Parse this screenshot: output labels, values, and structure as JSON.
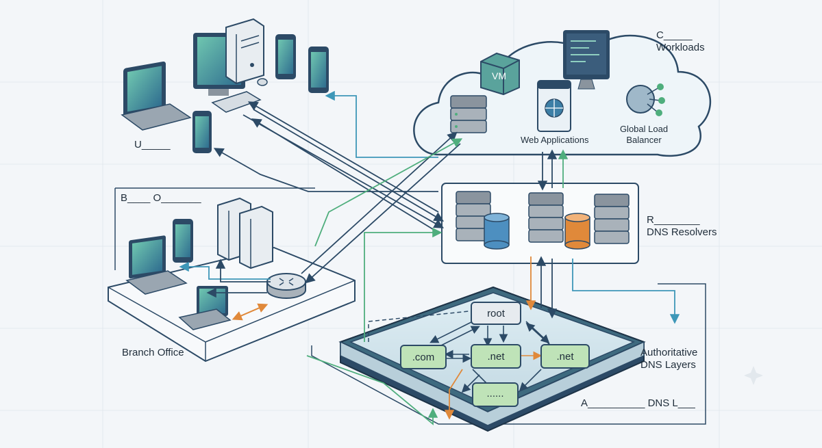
{
  "labels": {
    "users": "U_____",
    "branch_office_header": "B____ O_______",
    "branch_office": "Branch Office",
    "cloud_workloads_line1": "C_____",
    "cloud_workloads_line2": "Workloads",
    "web_applications": "Web Applications",
    "global_lb_line1": "Global Load",
    "global_lb_line2": "Balancer",
    "resolvers_line1": "R________",
    "resolvers_line2": "DNS Resolvers",
    "auth_layers_line1": "Authoritative",
    "auth_layers_line2": "DNS Layers",
    "auth_layers_footer": "A__________ DNS L___",
    "vm": "VM"
  },
  "dns_nodes": {
    "root": "root",
    "com": ".com",
    "net_center": ".net",
    "net_right": ".net",
    "more": "......"
  },
  "colors": {
    "accent_green": "#4fae7d",
    "accent_orange": "#e0893a",
    "line_navy": "#2c4a66",
    "line_teal": "#3d97b8",
    "node_green": "#bfe3b8",
    "node_gray": "#e7ebef"
  }
}
